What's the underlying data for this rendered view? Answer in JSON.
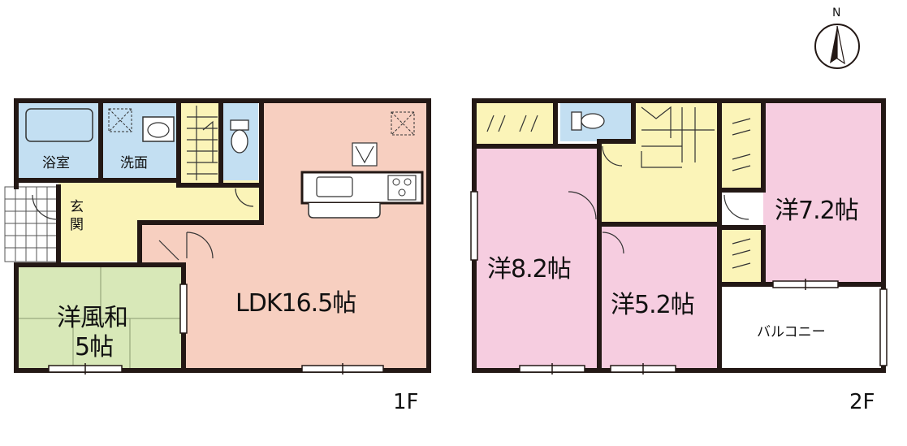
{
  "compass": {
    "north_label": "N"
  },
  "floor1": {
    "floor_label": "1F",
    "rooms": {
      "bath": "浴室",
      "washroom": "洗面",
      "entrance": "玄関",
      "ldk": "LDK16.5帖",
      "japanese_room_line1": "洋風和",
      "japanese_room_line2": "5帖"
    }
  },
  "floor2": {
    "floor_label": "2F",
    "rooms": {
      "western_a": "洋8.2帖",
      "western_b": "洋5.2帖",
      "western_c": "洋7.2帖",
      "balcony": "バルコニー"
    }
  },
  "colors": {
    "wall": "#231815",
    "ldk": "#f7cfc0",
    "western_room": "#f6cde0",
    "japanese_room": "#d8e8b8",
    "wet_area": "#c3dff2",
    "hall": "#fbf4b8",
    "balcony": "#ffffff"
  }
}
